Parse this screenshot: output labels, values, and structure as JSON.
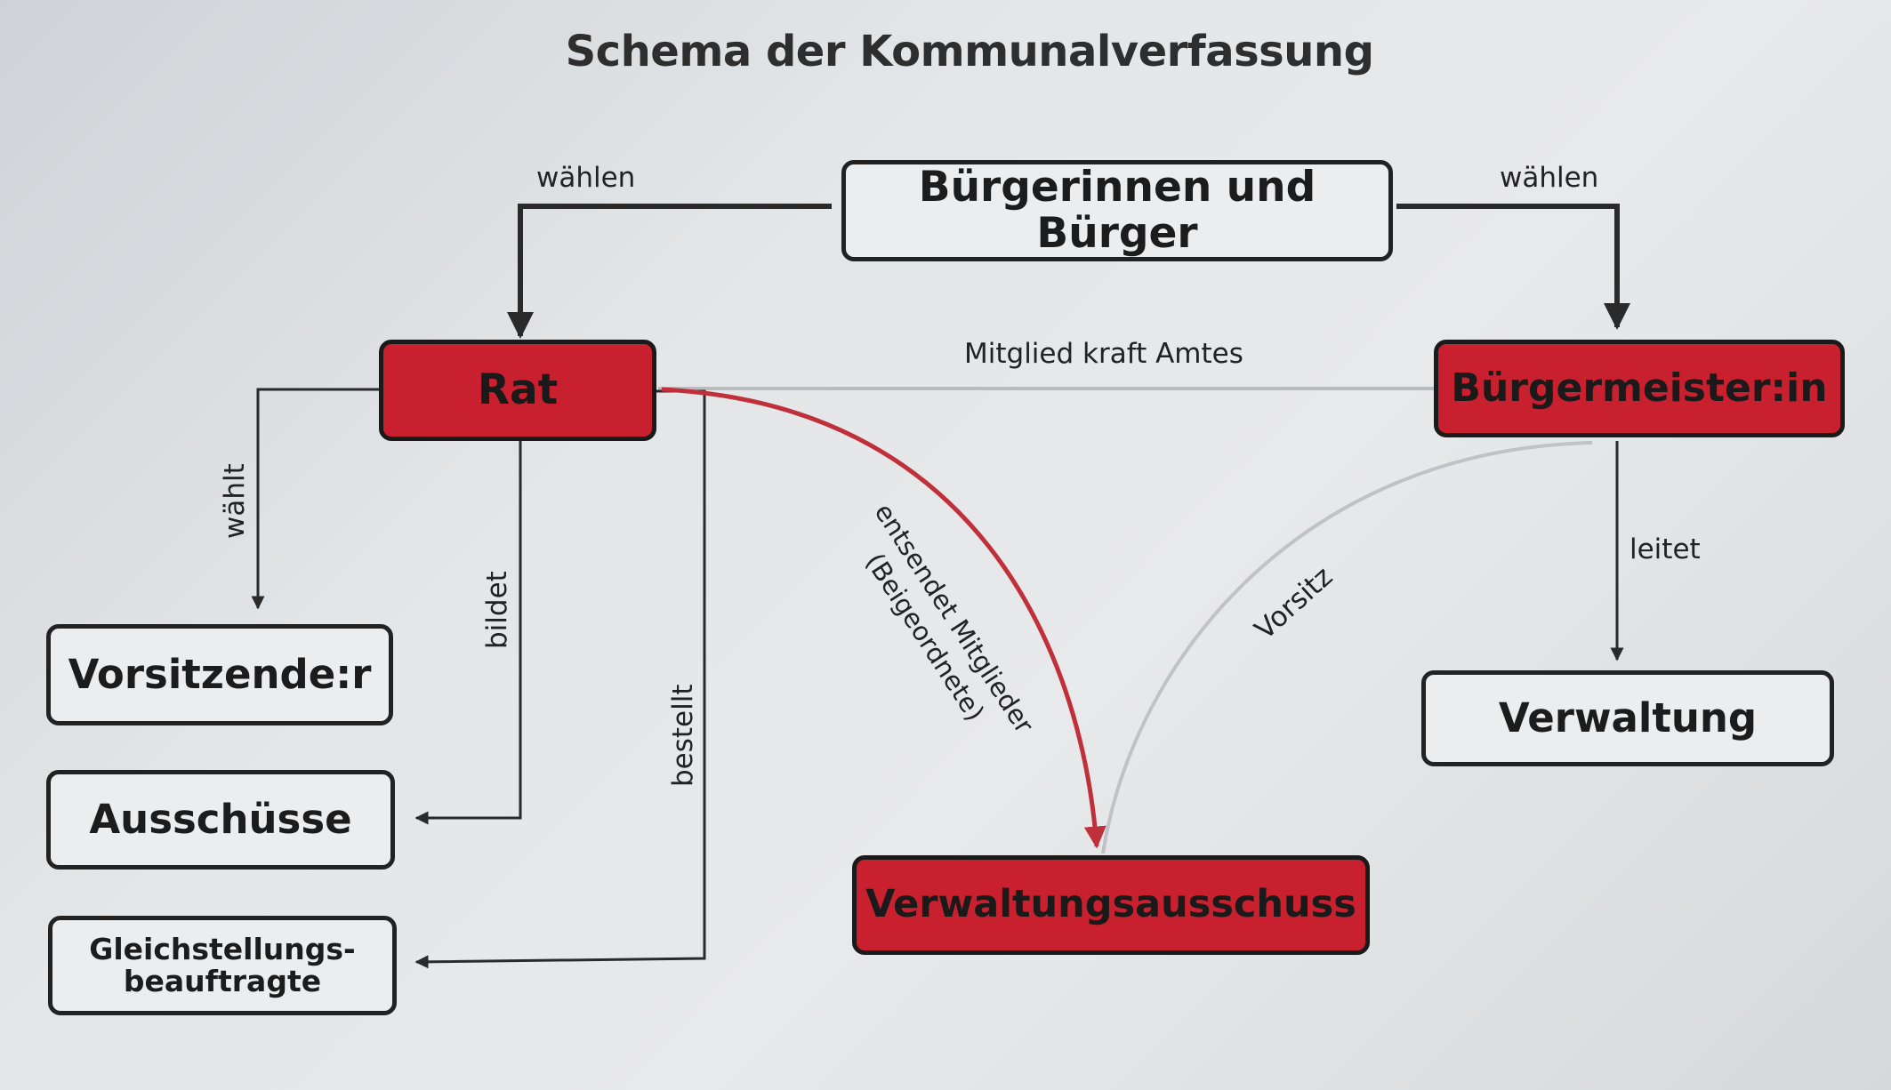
{
  "title": "Schema der Kommunalverfassung",
  "nodes": {
    "buerger": "Bürgerinnen und Bürger",
    "rat": "Rat",
    "buergermeister": "Bürgermeister:in",
    "vorsitzende": "Vorsitzende:r",
    "ausschuesse": "Ausschüsse",
    "gleich_line1": "Gleichstellungs-",
    "gleich_line2": "beauftragte",
    "verwaltung": "Verwaltung",
    "verwaltungsausschuss": "Verwaltungsausschuss"
  },
  "edges": {
    "waehlen_left": "wählen",
    "waehlen_right": "wählen",
    "mitglied": "Mitglied kraft Amtes",
    "waehlt": "wählt",
    "bildet": "bildet",
    "bestellt": "bestellt",
    "entsendet_line1": "entsendet Mitglieder",
    "entsendet_line2": "(Beigeordnete)",
    "vorsitz": "Vorsitz",
    "leitet": "leitet"
  },
  "colors": {
    "accent_red": "#c8202e",
    "arrow_red": "#c0303a",
    "line_dark": "#2a2a2a",
    "line_grey": "#b8bcc0"
  }
}
